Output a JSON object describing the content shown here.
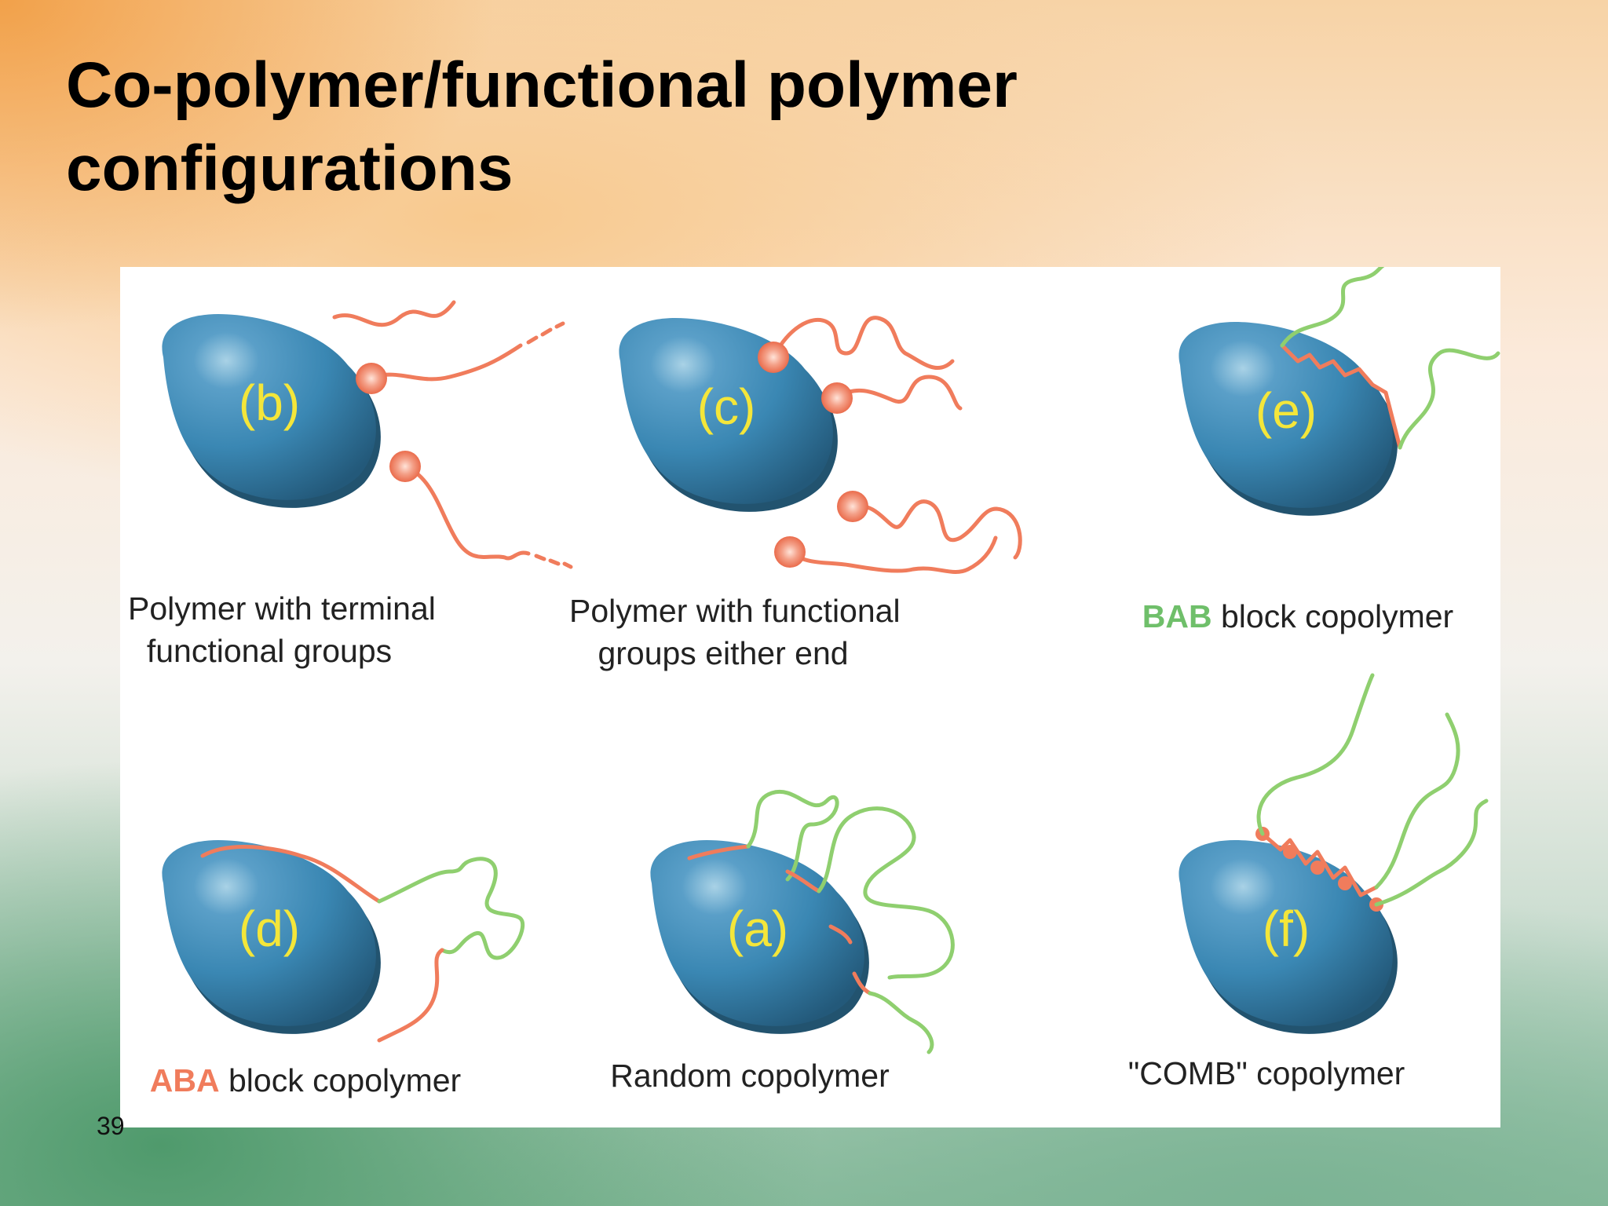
{
  "slide": {
    "title_lines": [
      "Co-polymer/functional polymer",
      "configurations"
    ],
    "number": "39"
  },
  "panels": {
    "b": {
      "tag": "(b)",
      "caption_lines": [
        "Polymer with terminal",
        "functional groups"
      ]
    },
    "c": {
      "tag": "(c)",
      "caption_lines": [
        "Polymer with functional",
        "groups either end"
      ]
    },
    "e": {
      "tag": "(e)",
      "caption_prefix": "BAB",
      "caption_rest": " block copolymer"
    },
    "d": {
      "tag": "(d)",
      "caption_prefix": "ABA",
      "caption_rest": " block copolymer"
    },
    "a": {
      "tag": "(a)",
      "caption": "Random copolymer"
    },
    "f": {
      "tag": "(f)",
      "caption": "\"COMB\" copolymer"
    }
  },
  "colors": {
    "particle": "#3a87b3",
    "particle_dark": "#22536f",
    "tag_text": "#f4e63a",
    "chain_a": "#f07c5c",
    "chain_b": "#8fcf6f",
    "letter_a": "#f07c5c",
    "letter_b": "#6fbf6a"
  }
}
